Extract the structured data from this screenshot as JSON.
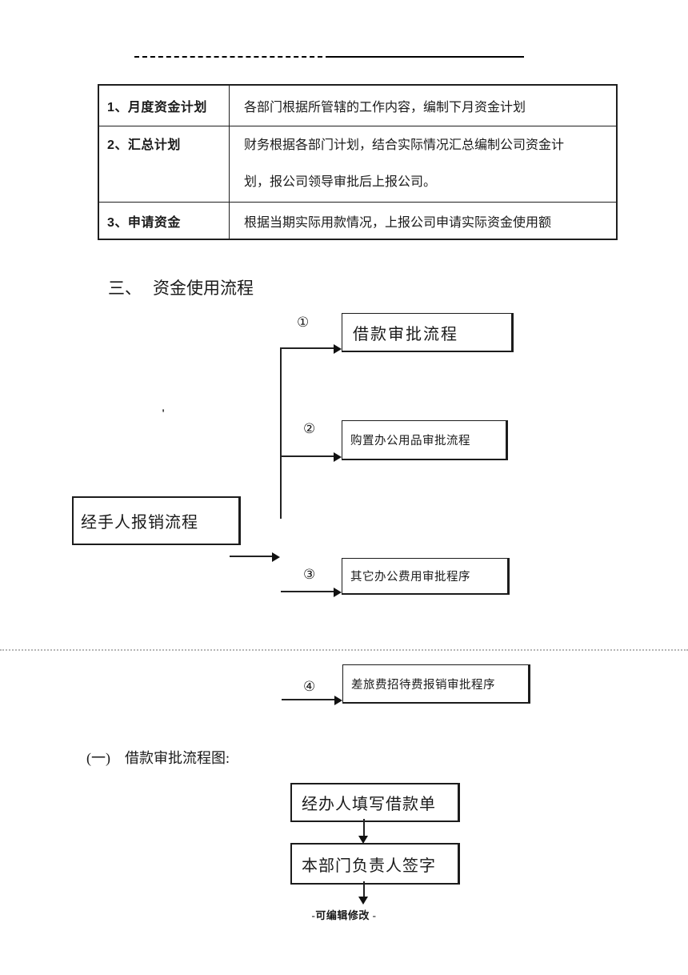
{
  "table": {
    "rows": [
      {
        "label": "1、月度资金计划",
        "text": "各部门根据所管辖的工作内容，编制下月资金计划"
      },
      {
        "label": "2、汇总计划",
        "line1": "财务根据各部门计划，结合实际情况汇总编制公司资金计",
        "line2": "划，报公司领导审批后上报公司。"
      },
      {
        "label": "3、申请资金",
        "text": "根据当期实际用款情况，上报公司申请实际资金使用额"
      }
    ]
  },
  "section": {
    "number": "三、",
    "title": "资金使用流程"
  },
  "flowchart": {
    "source_box": "经手人报销流程",
    "stray_mark": "'",
    "branches": [
      {
        "marker": "①",
        "label": "借款审批流程"
      },
      {
        "marker": "②",
        "label": "购置办公用品审批流程"
      },
      {
        "marker": "③",
        "label": "其它办公费用审批程序"
      },
      {
        "marker": "④",
        "label": "差旅费招待费报销审批程序"
      }
    ]
  },
  "subsection": {
    "number": "(一)",
    "title": "借款审批流程图:"
  },
  "loan_flow": {
    "steps": [
      "经办人填写借款单",
      "本部门负责人签字"
    ]
  },
  "footer": {
    "text": "-可编辑修改 -"
  }
}
